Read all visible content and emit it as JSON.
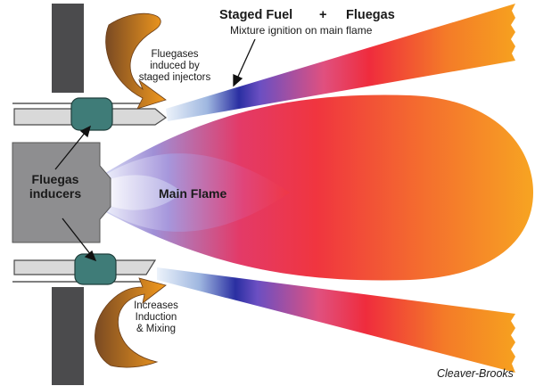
{
  "labels": {
    "staged_fuel": "Staged Fuel",
    "plus": "+",
    "fluegas": "Fluegas",
    "mixture_ignition": "Mixture ignition on main flame",
    "fluegases_induced": [
      "Fluegases",
      "induced by",
      "staged injectors"
    ],
    "fluegas_inducers": [
      "Fluegas",
      "inducers"
    ],
    "main_flame": "Main Flame",
    "increases_induction": [
      "Increases",
      "Induction",
      "& Mixing"
    ],
    "credit": "Cleaver-Brooks"
  },
  "colors": {
    "wall": "#4a4a4c",
    "inducer": "#3d7a76",
    "arrow": "#c98a3c",
    "flame_blue": "#2b2f9e",
    "flame_red": "#ee2b3b",
    "flame_orange": "#f6a020"
  }
}
